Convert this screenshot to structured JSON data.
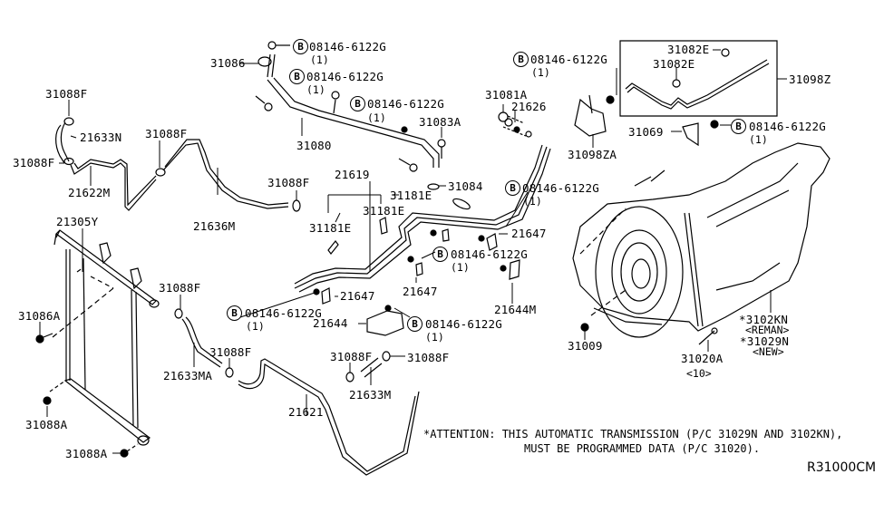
{
  "diagram": {
    "code": "R31000CM",
    "bolt_symbol": "B",
    "attention_note": {
      "line1": "*ATTENTION: THIS AUTOMATIC TRANSMISSION (P/C 31029N AND 3102KN),",
      "line2": "MUST BE PROGRAMMED DATA (P/C 31020)."
    },
    "callouts": {
      "p31086": "31086",
      "p31088f_a": "31088F",
      "p21633n": "21633N",
      "p31088f_b": "31088F",
      "p21622m": "21622M",
      "p31088f_c": "31088F",
      "p21636m": "21636M",
      "p31088f_d": "31088F",
      "p21305y": "21305Y",
      "p31086a": "31086A",
      "p31088a_a": "31088A",
      "p31088a_b": "31088A",
      "p31088f_e": "31088F",
      "p21633ma": "21633MA",
      "p31088f_f": "31088F",
      "p21621": "21621",
      "p31088f_g": "31088F",
      "p31088f_h": "31088F",
      "p21633m": "21633M",
      "p31080": "31080",
      "p31083a": "31083A",
      "p31084": "31084",
      "p21619": "21619",
      "p31181e_a": "31181E",
      "p31181e_b": "31181E",
      "p31181e_c": "31181E",
      "p31081a": "31081A",
      "p21626": "21626",
      "p21647_a": "21647",
      "p21647_b": "21647",
      "p21647_c": "21647",
      "p21644": "21644",
      "p21644m": "21644M",
      "p31098za": "31098ZA",
      "p31082e_a": "31082E",
      "p31082e_b": "31082E",
      "p31098z": "31098Z",
      "p31069": "31069",
      "p31009": "31009",
      "p31020a": "31020A",
      "p31020a_qty": "<10>",
      "p3102kn": "*3102KN",
      "p3102kn_note": "<REMAN>",
      "p31029n": "*31029N",
      "p31029n_note": "<NEW>"
    },
    "bolts": [
      {
        "part": "08146-6122G",
        "qty": "(1)"
      },
      {
        "part": "08146-6122G",
        "qty": "(1)"
      },
      {
        "part": "08146-6122G",
        "qty": "(1)"
      },
      {
        "part": "08146-6122G",
        "qty": "(1)"
      },
      {
        "part": "08146-6122G",
        "qty": "(1)"
      },
      {
        "part": "08146-6122G",
        "qty": "(1)"
      },
      {
        "part": "08146-6122G",
        "qty": "(1)"
      },
      {
        "part": "08146-6122G",
        "qty": "(1)"
      },
      {
        "part": "08146-6122G",
        "qty": "(1)"
      }
    ]
  }
}
